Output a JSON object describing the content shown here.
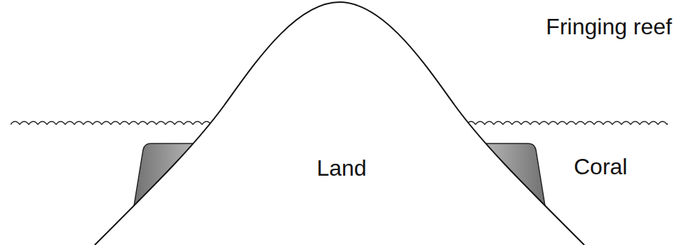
{
  "diagram": {
    "title": "Fringing reef",
    "nodes": [
      {
        "text": [
          "Land"
        ]
      }
    ],
    "labels": [
      "Coral"
    ]
  }
}
